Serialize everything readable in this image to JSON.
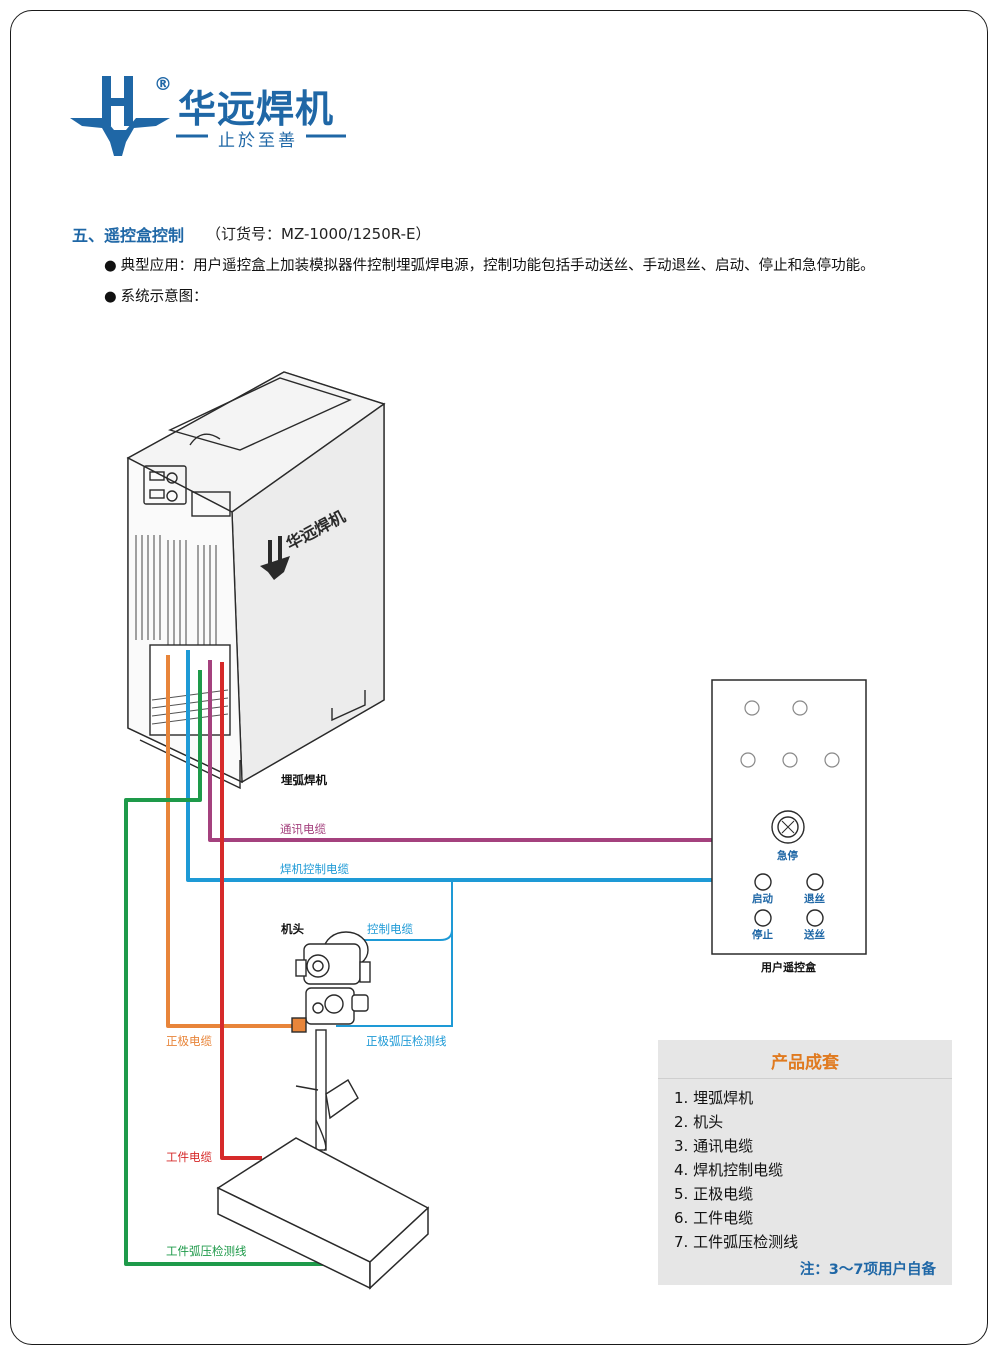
{
  "brand": {
    "name": "华远焊机",
    "registered_mark": "®",
    "slogan": "止於至善",
    "color": "#1f67a6"
  },
  "section": {
    "title": "五、遥控盒控制",
    "order_no": "（订货号：MZ-1000/1250R-E）"
  },
  "bullets": [
    "典型应用：用户遥控盒上加装模拟器件控制埋弧焊电源，控制功能包括手动送丝、手动退丝、启动、停止和急停功能。",
    "系统示意图："
  ],
  "diagram": {
    "welder_label": "埋弧焊机",
    "machine_brand": "华远焊机",
    "head_label": "机头",
    "remote_box_label": "用户遥控盒",
    "cables": {
      "comm": "通讯电缆",
      "welder_control": "焊机控制电缆",
      "control": "控制电缆",
      "positive": "正极电缆",
      "arc_detect": "正极弧压检测线",
      "work": "工件电缆",
      "work_arc_detect": "工件弧压检测线"
    },
    "cable_colors": {
      "comm": "#a4417e",
      "control": "#1e9ad6",
      "positive": "#e8853a",
      "work": "#d62a2a",
      "arc": "#1e9a4a"
    },
    "remote": {
      "estop": "急停",
      "start": "启动",
      "retract": "退丝",
      "stop": "停止",
      "feed": "送丝"
    }
  },
  "kit": {
    "title": "产品成套",
    "items": [
      "1. 埋弧焊机",
      "2. 机头",
      "3. 通讯电缆",
      "4. 焊机控制电缆",
      "5. 正极电缆",
      "6. 工件电缆",
      "7. 工件弧压检测线"
    ],
    "note": "注：3～7项用户自备"
  }
}
